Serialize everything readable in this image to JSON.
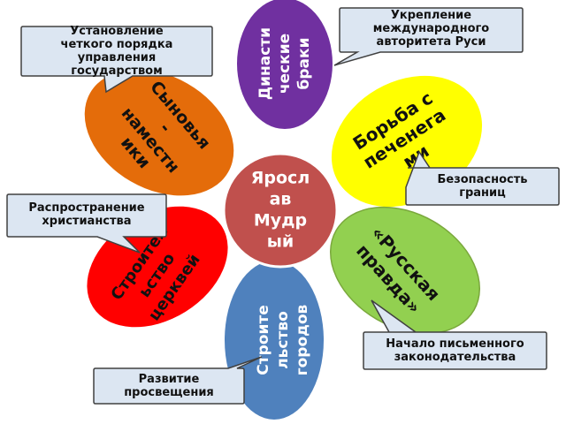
{
  "center": {
    "label": "Яросл\nав\nМудр\nый",
    "color": "#c0504d"
  },
  "petals": [
    {
      "id": "dynastic",
      "label": "Династи\nческие\nбраки",
      "color": "#7030a0",
      "text_color": "#ffffff"
    },
    {
      "id": "pechenegs",
      "label": "Борьба с\nпеченега\nми",
      "color": "#ffff00",
      "text_color": "#111111"
    },
    {
      "id": "pravda",
      "label": "«Русская\nправда»",
      "color": "#92d050",
      "text_color": "#111111"
    },
    {
      "id": "cities",
      "label": "Строите\nльство\nгородов",
      "color": "#4f81bd",
      "text_color": "#ffffff"
    },
    {
      "id": "churches",
      "label": "Строител\nьство\nцерквей",
      "color": "#ff0000",
      "text_color": "#111111"
    },
    {
      "id": "sons",
      "label": "Сыновья\n-\nнаместн\nики",
      "color": "#e46c0a",
      "text_color": "#111111"
    }
  ],
  "callouts": {
    "order": "Установление\nчеткого порядка\nуправления\nгосударством",
    "authority": "Укрепление\nмеждународного\nавторитета Руси",
    "borders": "Безопасность\nграниц",
    "christianity": "Распространение\nхристианства",
    "writing": "Начало письменного\nзаконодательства",
    "education": "Развитие\nпросвещения"
  },
  "callout_style": {
    "fill": "#dce6f2",
    "stroke": "#404040"
  }
}
